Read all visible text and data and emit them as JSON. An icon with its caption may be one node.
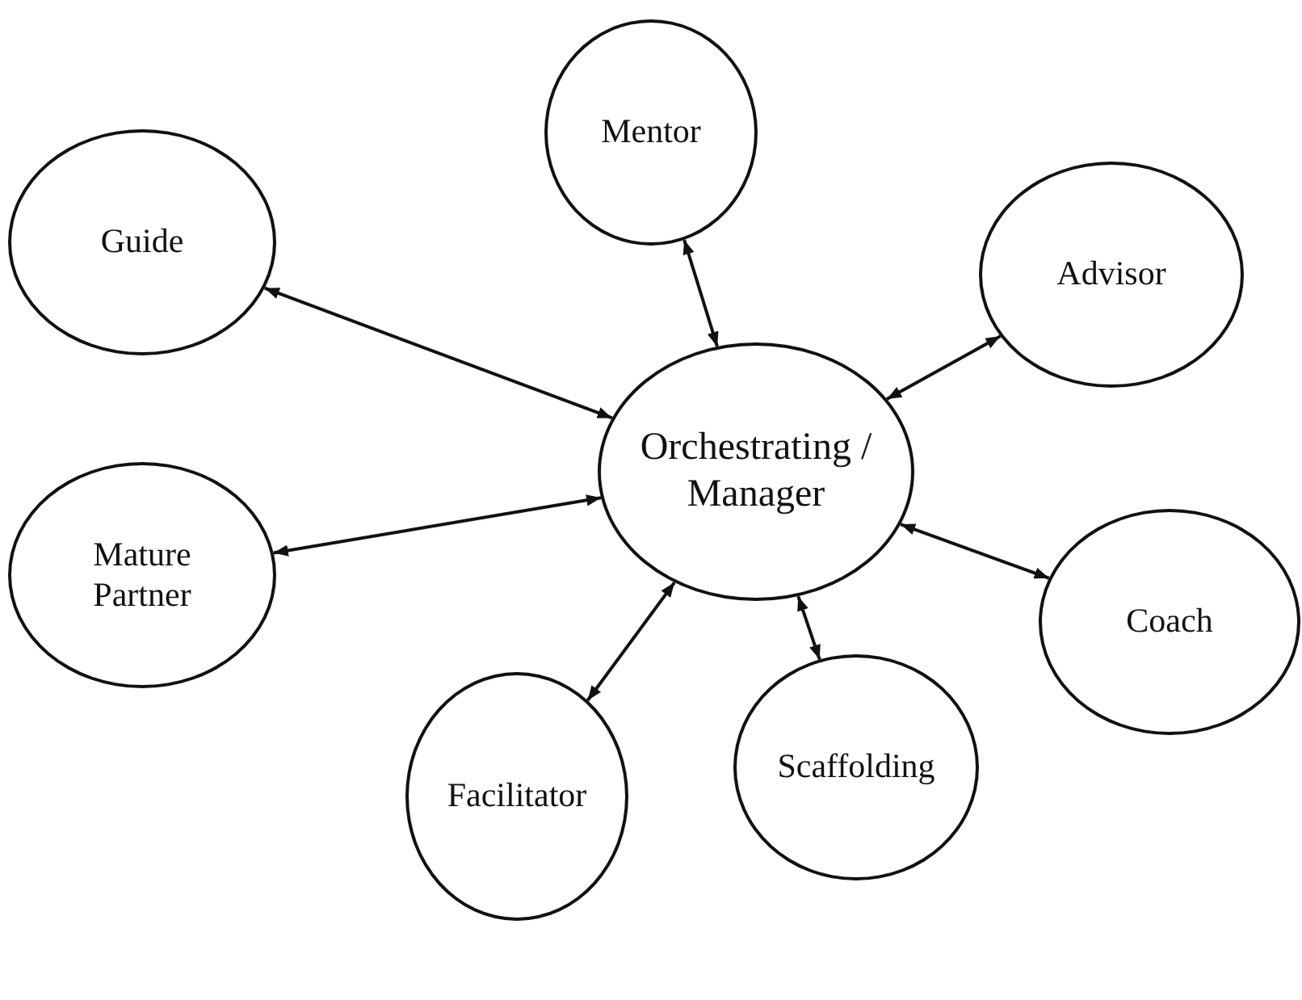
{
  "diagram": {
    "nodes": [
      {
        "text": [
          "Mentor"
        ]
      },
      {
        "text": [
          "Guide"
        ]
      },
      {
        "text": [
          "Advisor"
        ]
      },
      {
        "text": [
          "Orchestrating / Manager"
        ]
      },
      {
        "text": [
          "Mature Partner"
        ]
      },
      {
        "text": [
          "Coach"
        ]
      },
      {
        "text": [
          "Scaffolding"
        ]
      },
      {
        "text": [
          "Facilitator"
        ]
      }
    ],
    "edges": [
      {
        "from": 3,
        "to": 0,
        "arrow": "both"
      },
      {
        "from": 3,
        "to": 1,
        "arrow": "both"
      },
      {
        "from": 3,
        "to": 2,
        "arrow": "both"
      },
      {
        "from": 3,
        "to": 4,
        "arrow": "both"
      },
      {
        "from": 3,
        "to": 5,
        "arrow": "both"
      },
      {
        "from": 3,
        "to": 6,
        "arrow": "both"
      },
      {
        "from": 3,
        "to": 7,
        "arrow": "both"
      }
    ]
  }
}
